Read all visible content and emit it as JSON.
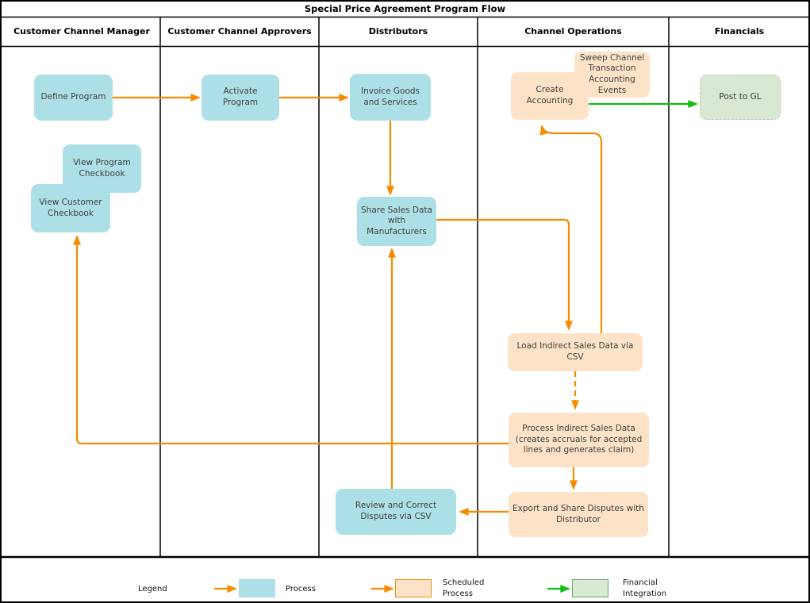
{
  "title": "Special Price Agreement Program Flow",
  "lanes": [
    {
      "label": "Customer Channel Manager"
    },
    {
      "label": "Customer Channel Approvers"
    },
    {
      "label": "Distributors"
    },
    {
      "label": "Channel Operations"
    },
    {
      "label": "Financials"
    }
  ],
  "nodes": {
    "define_program": {
      "label": "Define Program",
      "type": "process"
    },
    "activate_program": {
      "label": "Activate Program",
      "type": "process"
    },
    "invoice_goods": {
      "label": "Invoice Goods and Services",
      "type": "process"
    },
    "view_program_checkbook": {
      "label": "View Program Checkbook",
      "type": "process"
    },
    "view_customer_checkbook": {
      "label": "View Customer Checkbook",
      "type": "process"
    },
    "share_sales_data": {
      "label": "Share Sales Data with Manufacturers",
      "type": "process"
    },
    "sweep_channel": {
      "label": "Sweep Channel Transaction Accounting Events",
      "type": "scheduled-process"
    },
    "create_accounting": {
      "label": "Create Accounting",
      "type": "scheduled-process"
    },
    "post_to_gl": {
      "label": "Post to GL",
      "type": "financial-integration"
    },
    "load_indirect_sales": {
      "label": "Load Indirect Sales Data via CSV",
      "type": "scheduled-process"
    },
    "process_indirect_sales": {
      "label": "Process Indirect Sales Data (creates accruals for accepted lines and generates claim)",
      "type": "scheduled-process"
    },
    "export_disputes": {
      "label": "Export and Share Disputes with Distributor",
      "type": "scheduled-process"
    },
    "review_disputes": {
      "label": "Review and Correct Disputes via CSV",
      "type": "process"
    }
  },
  "edges": [
    {
      "from": "Define Program",
      "to": "Activate Program",
      "style": "solid-orange"
    },
    {
      "from": "Activate Program",
      "to": "Invoice Goods and Services",
      "style": "solid-orange"
    },
    {
      "from": "Invoice Goods and Services",
      "to": "Share Sales Data with Manufacturers",
      "style": "solid-orange"
    },
    {
      "from": "Share Sales Data with Manufacturers",
      "to": "Load Indirect Sales Data via CSV",
      "style": "solid-orange"
    },
    {
      "from": "Load Indirect Sales Data via CSV",
      "to": "Create Accounting",
      "style": "solid-orange"
    },
    {
      "from": "Create Accounting",
      "to": "Post to GL",
      "style": "solid-green"
    },
    {
      "from": "Load Indirect Sales Data via CSV",
      "to": "Process Indirect Sales Data",
      "style": "dashed-orange"
    },
    {
      "from": "Process Indirect Sales Data",
      "to": "Export and Share Disputes with Distributor",
      "style": "solid-orange"
    },
    {
      "from": "Export and Share Disputes with Distributor",
      "to": "Review and Correct Disputes via CSV",
      "style": "solid-orange"
    },
    {
      "from": "Review and Correct Disputes via CSV",
      "to": "Share Sales Data with Manufacturers",
      "style": "solid-orange"
    },
    {
      "from": "Process Indirect Sales Data",
      "to": "View Customer Checkbook",
      "style": "solid-orange"
    }
  ],
  "legend": {
    "label": "Legend",
    "items": [
      {
        "label": "Process",
        "swatch_color": "#ade0e6",
        "arrow_color": "#f78b00"
      },
      {
        "label": "Scheduled Process",
        "swatch_color": "#fce3c7",
        "arrow_color": "#f78b00"
      },
      {
        "label": "Financial Integration",
        "swatch_color": "#d9e8d3",
        "arrow_color": "#12bc12"
      }
    ]
  },
  "colors": {
    "process_fill": "#ade0e6",
    "scheduled_fill": "#fce3c7",
    "financial_fill": "#d9e8d3",
    "flow_arrow": "#f78b00",
    "financial_arrow": "#12bc12",
    "node_text": "#3f3f3f",
    "line": "#000000"
  }
}
